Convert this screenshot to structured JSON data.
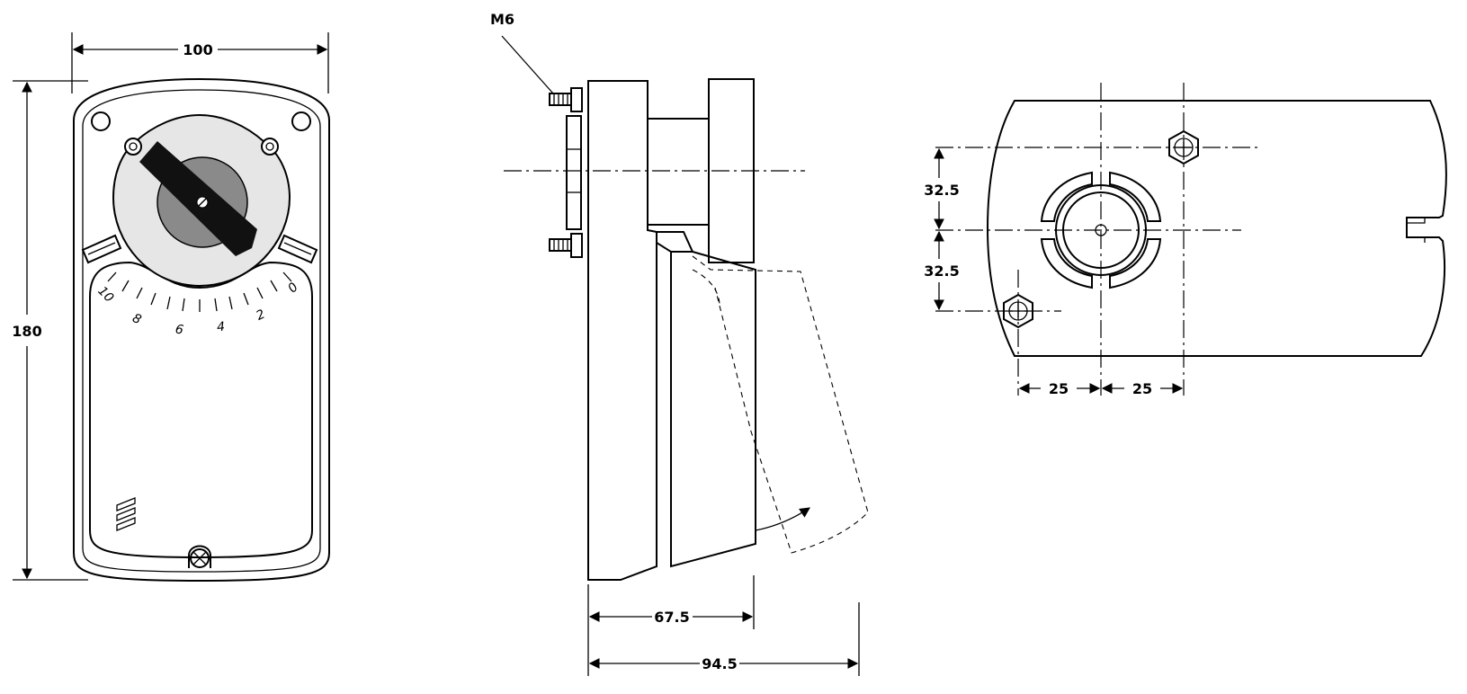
{
  "front_view": {
    "width_label": "100",
    "height_label": "180",
    "scale_labels": [
      "10",
      "8",
      "6",
      "4",
      "2",
      "0"
    ]
  },
  "side_view": {
    "bolt_label": "M6",
    "depth_label": "67.5",
    "total_depth_label": "94.5"
  },
  "rear_view": {
    "upper_offset_label": "32.5",
    "lower_offset_label": "32.5",
    "left_spacing_label": "25",
    "right_spacing_label": "25"
  },
  "colors": {
    "line": "#000000",
    "handle": "#111111",
    "knob_outer": "#e6e6e6",
    "knob_inner": "#8a8a8a"
  }
}
